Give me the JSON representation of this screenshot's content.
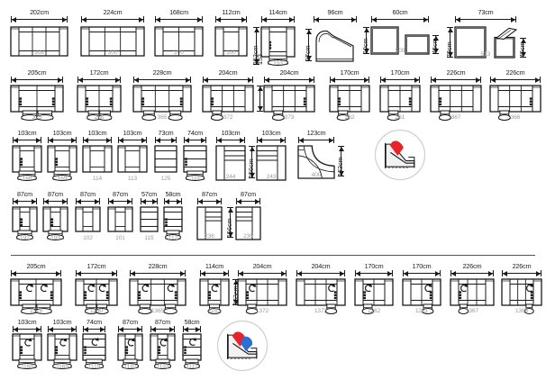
{
  "sheet": {
    "title": "Sofa modular plan dimension sheet",
    "units": "cm",
    "line_color": "#1a1a1a",
    "code_color": "#9a9a9a",
    "accent_red": "#e8232a",
    "accent_blue": "#2b6fd4",
    "background": "#ffffff",
    "divider_color": "#555555"
  },
  "sections": [
    {
      "id": "section-upper",
      "rows": [
        {
          "id": "row-1",
          "items": [
            {
              "width_label": "202cm",
              "code": "308",
              "type": "sofa-3seat",
              "seats": 3
            },
            {
              "width_label": "224cm",
              "code": "300",
              "type": "sofa-3seat",
              "seats": 3
            },
            {
              "width_label": "168cm",
              "code": "200",
              "type": "sofa-2seat",
              "seats": 2
            },
            {
              "width_label": "112cm",
              "code": "100",
              "type": "armchair",
              "seats": 1
            },
            {
              "width_label": "114cm",
              "code": "153",
              "type": "recliner-1seat",
              "seats": 1,
              "depth_label": "153cm"
            },
            {
              "width_label": "96cm",
              "code": "",
              "type": "side-elevation",
              "height_label": "97cm"
            },
            {
              "width_label": "60cm",
              "code": "500",
              "type": "pouf-pair",
              "height_label": "60cm",
              "depth_label": "45cm"
            },
            {
              "width_label": "73cm",
              "code": "513",
              "type": "storage-pouf",
              "height_label": "73cm",
              "depth_label": "45cm"
            }
          ]
        },
        {
          "id": "row-2",
          "items": [
            {
              "width_label": "205cm",
              "code": "375",
              "type": "recliner-sofa-2mech"
            },
            {
              "width_label": "172cm",
              "code": "260",
              "type": "recliner-sofa-2mech"
            },
            {
              "width_label": "228cm",
              "code": "365",
              "type": "recliner-sofa-2mech"
            },
            {
              "width_label": "204cm",
              "code": "372",
              "type": "recliner-sofa-1mech"
            },
            {
              "width_label": "204cm",
              "code": "373",
              "type": "recliner-sofa-1mech-r",
              "depth_label": "153cm"
            },
            {
              "width_label": "170cm",
              "code": "262",
              "type": "recliner-sofa-1mech"
            },
            {
              "width_label": "170cm",
              "code": "261",
              "type": "recliner-sofa-1mech-r"
            },
            {
              "width_label": "226cm",
              "code": "367",
              "type": "recliner-sofa-1mech"
            },
            {
              "width_label": "226cm",
              "code": "366",
              "type": "recliner-sofa-1mech-r"
            }
          ]
        },
        {
          "id": "row-3",
          "items": [
            {
              "width_label": "103cm",
              "code": "168",
              "type": "recliner-unit"
            },
            {
              "width_label": "103cm",
              "code": "169",
              "type": "recliner-unit"
            },
            {
              "width_label": "103cm",
              "code": "114",
              "type": "plain-unit"
            },
            {
              "width_label": "103cm",
              "code": "113",
              "type": "plain-unit"
            },
            {
              "width_label": "73cm",
              "code": "125",
              "type": "armless-unit"
            },
            {
              "width_label": "74cm",
              "code": "119",
              "type": "recliner-armless"
            },
            {
              "width_label": "103cm",
              "code": "244",
              "type": "chaise-l",
              "depth_label": "156cm"
            },
            {
              "width_label": "103cm",
              "code": "243",
              "type": "chaise-r"
            },
            {
              "width_label": "123cm",
              "code": "400",
              "type": "corner-curve",
              "depth_label": "123cm"
            }
          ],
          "icon": {
            "name": "recliner-open-icon",
            "colors": [
              "#e8232a"
            ]
          }
        },
        {
          "id": "row-4",
          "items": [
            {
              "width_label": "87cm",
              "code": "192",
              "type": "recliner-unit"
            },
            {
              "width_label": "87cm",
              "code": "193",
              "type": "recliner-unit"
            },
            {
              "width_label": "87cm",
              "code": "102",
              "type": "plain-unit"
            },
            {
              "width_label": "87cm",
              "code": "101",
              "type": "plain-unit"
            },
            {
              "width_label": "57cm",
              "code": "115",
              "type": "armless-unit"
            },
            {
              "width_label": "58cm",
              "code": "112",
              "type": "recliner-armless"
            },
            {
              "width_label": "87cm",
              "code": "236",
              "type": "chaise-l",
              "depth_label": "156cm"
            },
            {
              "width_label": "87cm",
              "code": "235",
              "type": "chaise-r"
            }
          ]
        }
      ]
    },
    {
      "id": "section-lower",
      "rows": [
        {
          "id": "row-5",
          "items": [
            {
              "width_label": "205cm",
              "code": "1375",
              "type": "recliner-sofa-2mech-sw"
            },
            {
              "width_label": "172cm",
              "code": "1260",
              "type": "recliner-sofa-2mech-sw"
            },
            {
              "width_label": "228cm",
              "code": "1365",
              "type": "recliner-sofa-2mech-sw"
            },
            {
              "width_label": "114cm",
              "code": "1153",
              "type": "recliner-1seat-sw",
              "depth_label": "153cm"
            },
            {
              "width_label": "204cm",
              "code": "1372",
              "type": "recliner-sofa-1mech-sw"
            },
            {
              "width_label": "204cm",
              "code": "1373",
              "type": "recliner-sofa-1mech-sw-r"
            },
            {
              "width_label": "170cm",
              "code": "1262",
              "type": "recliner-sofa-1mech-sw"
            },
            {
              "width_label": "170cm",
              "code": "1261",
              "type": "recliner-sofa-1mech-sw-r"
            },
            {
              "width_label": "226cm",
              "code": "1367",
              "type": "recliner-sofa-1mech-sw"
            },
            {
              "width_label": "226cm",
              "code": "1366",
              "type": "recliner-sofa-1mech-sw-r"
            }
          ]
        },
        {
          "id": "row-6",
          "items": [
            {
              "width_label": "103cm",
              "code": "1168",
              "type": "recliner-unit-sw"
            },
            {
              "width_label": "103cm",
              "code": "1169",
              "type": "recliner-unit-sw"
            },
            {
              "width_label": "74cm",
              "code": "1119",
              "type": "recliner-armless-sw"
            },
            {
              "width_label": "87cm",
              "code": "1192",
              "type": "recliner-unit-sw"
            },
            {
              "width_label": "87cm",
              "code": "1193",
              "type": "recliner-unit-sw"
            },
            {
              "width_label": "58cm",
              "code": "1112",
              "type": "recliner-armless-sw"
            }
          ],
          "icon": {
            "name": "recliner-open-powered-icon",
            "colors": [
              "#e8232a",
              "#2b6fd4"
            ]
          }
        }
      ]
    }
  ],
  "depth_markers": [
    {
      "id": "depth-153-row1",
      "label": "153cm"
    },
    {
      "id": "depth-97-row1",
      "label": "97cm"
    },
    {
      "id": "depth-60-row1",
      "label": "60cm"
    },
    {
      "id": "depth-45-row1",
      "label": "45cm"
    },
    {
      "id": "depth-73-row1",
      "label": "73cm"
    },
    {
      "id": "depth-45b-row1",
      "label": "45cm"
    },
    {
      "id": "depth-153-row2",
      "label": "153cm"
    },
    {
      "id": "depth-156-row3",
      "label": "156cm"
    },
    {
      "id": "depth-123-row3",
      "label": "123cm"
    },
    {
      "id": "depth-156-row4",
      "label": "156cm"
    },
    {
      "id": "depth-153-row5",
      "label": "153cm"
    }
  ]
}
